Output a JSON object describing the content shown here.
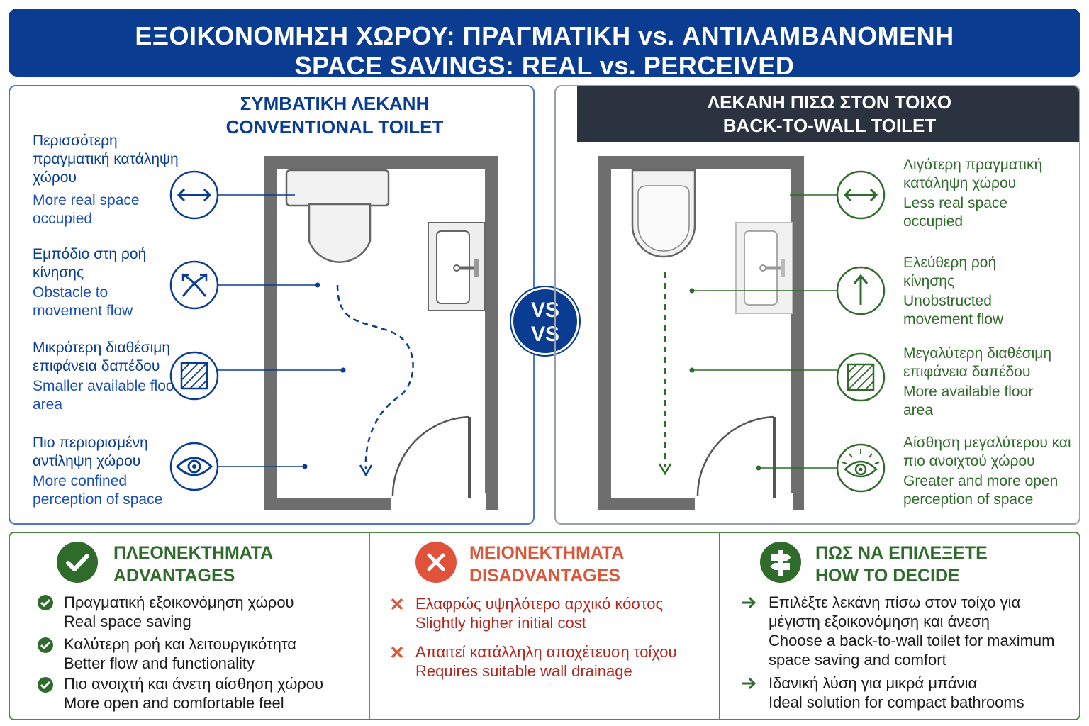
{
  "header": {
    "title_gr": "ΕΞΟΙΚΟΝΟΜΗΣΗ ΧΩΡΟΥ: ΠΡΑΓΜΑΤΙΚΗ vs. ΑΝΤΙΛΑΜΒΑΝΟΜΕΝΗ",
    "title_en": "SPACE SAVINGS: REAL vs. PERCEIVED"
  },
  "conventional": {
    "title_gr": "ΣΥΜΒΑΤΙΚΗ ΛΕΚΑΝΗ",
    "title_en": "CONVENTIONAL TOILET",
    "features": [
      {
        "gr": "Περισσότερη πραγματική κατάληψη χώρου",
        "en": "More real space occupied",
        "icon": "horizontal-arrows-icon"
      },
      {
        "gr": "Εμπόδιο στη ροή κίνησης",
        "en": "Obstacle to movement flow",
        "icon": "crossed-arrows-icon"
      },
      {
        "gr": "Μικρότερη διαθέσιμη επιφάνεια δαπέδου",
        "en": "Smaller available floor area",
        "icon": "hatched-square-icon"
      },
      {
        "gr": "Πιο περιορισμένη αντίληψη χώρου",
        "en": "More confined perception of space",
        "icon": "eye-icon"
      }
    ]
  },
  "backtowall": {
    "title_gr": "ΛΕΚΑΝΗ ΠΙΣΩ ΣΤΟΝ ΤΟΙΧΟ",
    "title_en": "BACK-TO-WALL TOILET",
    "features": [
      {
        "gr": "Λιγότερη πραγματική κατάληψη χώρου",
        "en": "Less real space occupied",
        "icon": "horizontal-arrows-icon"
      },
      {
        "gr": "Ελεύθερη ροή κίνησης",
        "en": "Unobstructed movement flow",
        "icon": "up-arrow-icon"
      },
      {
        "gr": "Μεγαλύτερη διαθέσιμη επιφάνεια δαπέδου",
        "en": "More available floor area",
        "icon": "hatched-square-icon"
      },
      {
        "gr": "Αίσθηση μεγαλύτερου και πιο ανοιχτού χώρου",
        "en": "Greater and more open perception of space",
        "icon": "radiant-eye-icon"
      }
    ]
  },
  "vs": {
    "top": "VS",
    "bottom": "VS"
  },
  "advantages": {
    "title_gr": "ΠΛΕΟΝΕΚΤΗΜΑΤΑ",
    "title_en": "ADVANTAGES",
    "items": [
      {
        "gr": "Πραγματική εξοικονόμηση χώρου",
        "en": "Real space saving"
      },
      {
        "gr": "Καλύτερη ροή και λειτουργικότητα",
        "en": "Better flow and functionality"
      },
      {
        "gr": "Πιο ανοιχτή και άνετη αίσθηση χώρου",
        "en": "More open and comfortable feel"
      }
    ]
  },
  "disadvantages": {
    "title_gr": "ΜΕΙΟΝΕΚΤΗΜΑΤΑ",
    "title_en": "DISADVANTAGES",
    "items": [
      {
        "gr": "Ελαφρώς υψηλότερο αρχικό κόστος",
        "en": "Slightly higher initial cost"
      },
      {
        "gr": "Απαιτεί κατάλληλη αποχέτευση τοίχου",
        "en": "Requires suitable wall drainage"
      }
    ]
  },
  "how_to_decide": {
    "title_gr": "ΠΩΣ ΝΑ ΕΠΙΛΕΞΕΤΕ",
    "title_en": "HOW TO DECIDE",
    "items": [
      {
        "gr": "Επιλέξτε λεκάνη πίσω στον τοίχο για μέγιστη εξοικονόμηση και άνεση",
        "en": "Choose a back-to-wall toilet for maximum space saving and comfort"
      },
      {
        "gr": "Ιδανική λύση για μικρά μπάνια",
        "en": "Ideal solution for compact bathrooms"
      }
    ]
  },
  "colors": {
    "primary_blue": "#0a3d91",
    "green": "#2f6b2a",
    "red": "#d9573b",
    "dark": "#2b3340"
  }
}
